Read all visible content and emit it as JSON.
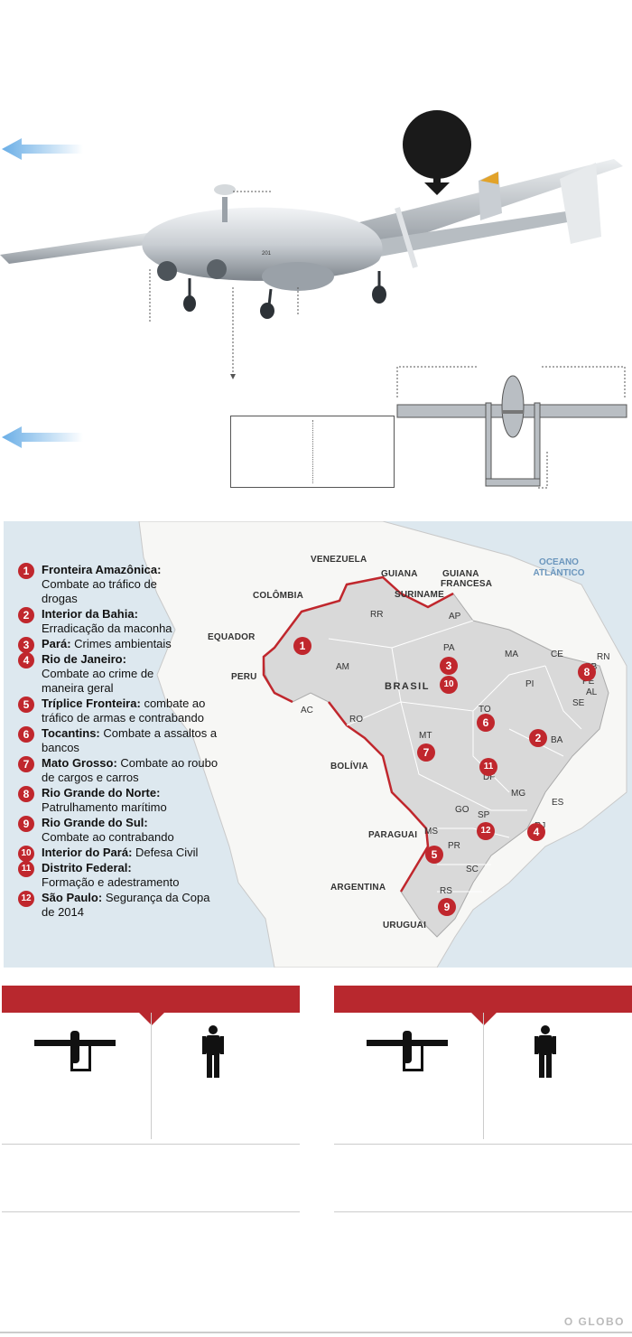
{
  "legend": [
    {
      "num": "1",
      "title": "Fronteira Amazônica:",
      "text": "Combate ao tráfico de drogas"
    },
    {
      "num": "2",
      "title": "Interior da Bahia:",
      "text": "Erradicação da maconha"
    },
    {
      "num": "3",
      "title": "Pará:",
      "text": "Crimes ambientais"
    },
    {
      "num": "4",
      "title": "Rio de Janeiro:",
      "text": "Combate ao crime de maneira geral"
    },
    {
      "num": "5",
      "title": "Tríplice Fronteira:",
      "text": "combate ao tráfico de armas e contrabando"
    },
    {
      "num": "6",
      "title": "Tocantins:",
      "text": "Combate a assaltos a bancos"
    },
    {
      "num": "7",
      "title": "Mato Grosso:",
      "text": "Combate ao roubo de cargos e carros"
    },
    {
      "num": "8",
      "title": "Rio Grande do Norte:",
      "text": "Patrulhamento marítimo"
    },
    {
      "num": "9",
      "title": "Rio Grande do Sul:",
      "text": "Combate ao contrabando"
    },
    {
      "num": "10",
      "title": "Interior do Pará:",
      "text": "Defesa Civil"
    },
    {
      "num": "11",
      "title": "Distrito Federal:",
      "text": "Formação e adestramento"
    },
    {
      "num": "12",
      "title": "São Paulo:",
      "text": "Segurança da Copa de 2014"
    }
  ],
  "countries": {
    "venezuela": "VENEZUELA",
    "guiana": "GUIANA",
    "guiana_francesa_1": "GUIANA",
    "guiana_francesa_2": "FRANCESA",
    "suriname": "SURINAME",
    "colombia": "COLÔMBIA",
    "equador": "EQUADOR",
    "peru": "PERU",
    "brasil": "BRASIL",
    "bolivia": "BOLÍVIA",
    "paraguai": "PARAGUAI",
    "argentina": "ARGENTINA",
    "uruguai": "URUGUAI"
  },
  "ocean": {
    "line1": "OCEANO",
    "line2": "ATLÂNTICO"
  },
  "states": [
    "RR",
    "AP",
    "AM",
    "PA",
    "MA",
    "CE",
    "RN",
    "PB",
    "PE",
    "AL",
    "SE",
    "PI",
    "TO",
    "BA",
    "AC",
    "RO",
    "MT",
    "DF",
    "GO",
    "MG",
    "ES",
    "MS",
    "SP",
    "RJ",
    "PR",
    "SC",
    "RS"
  ],
  "map_markers": [
    "1",
    "3",
    "10",
    "8",
    "2",
    "6",
    "7",
    "11",
    "12",
    "4",
    "5",
    "9"
  ],
  "brand": "O GLOBO",
  "colors": {
    "accent": "#b8282e",
    "map_bg": "#dde8ef",
    "brazil": "#d9d9d9",
    "border_red": "#c0272d",
    "arrow_blue": "#7fb8e6"
  }
}
